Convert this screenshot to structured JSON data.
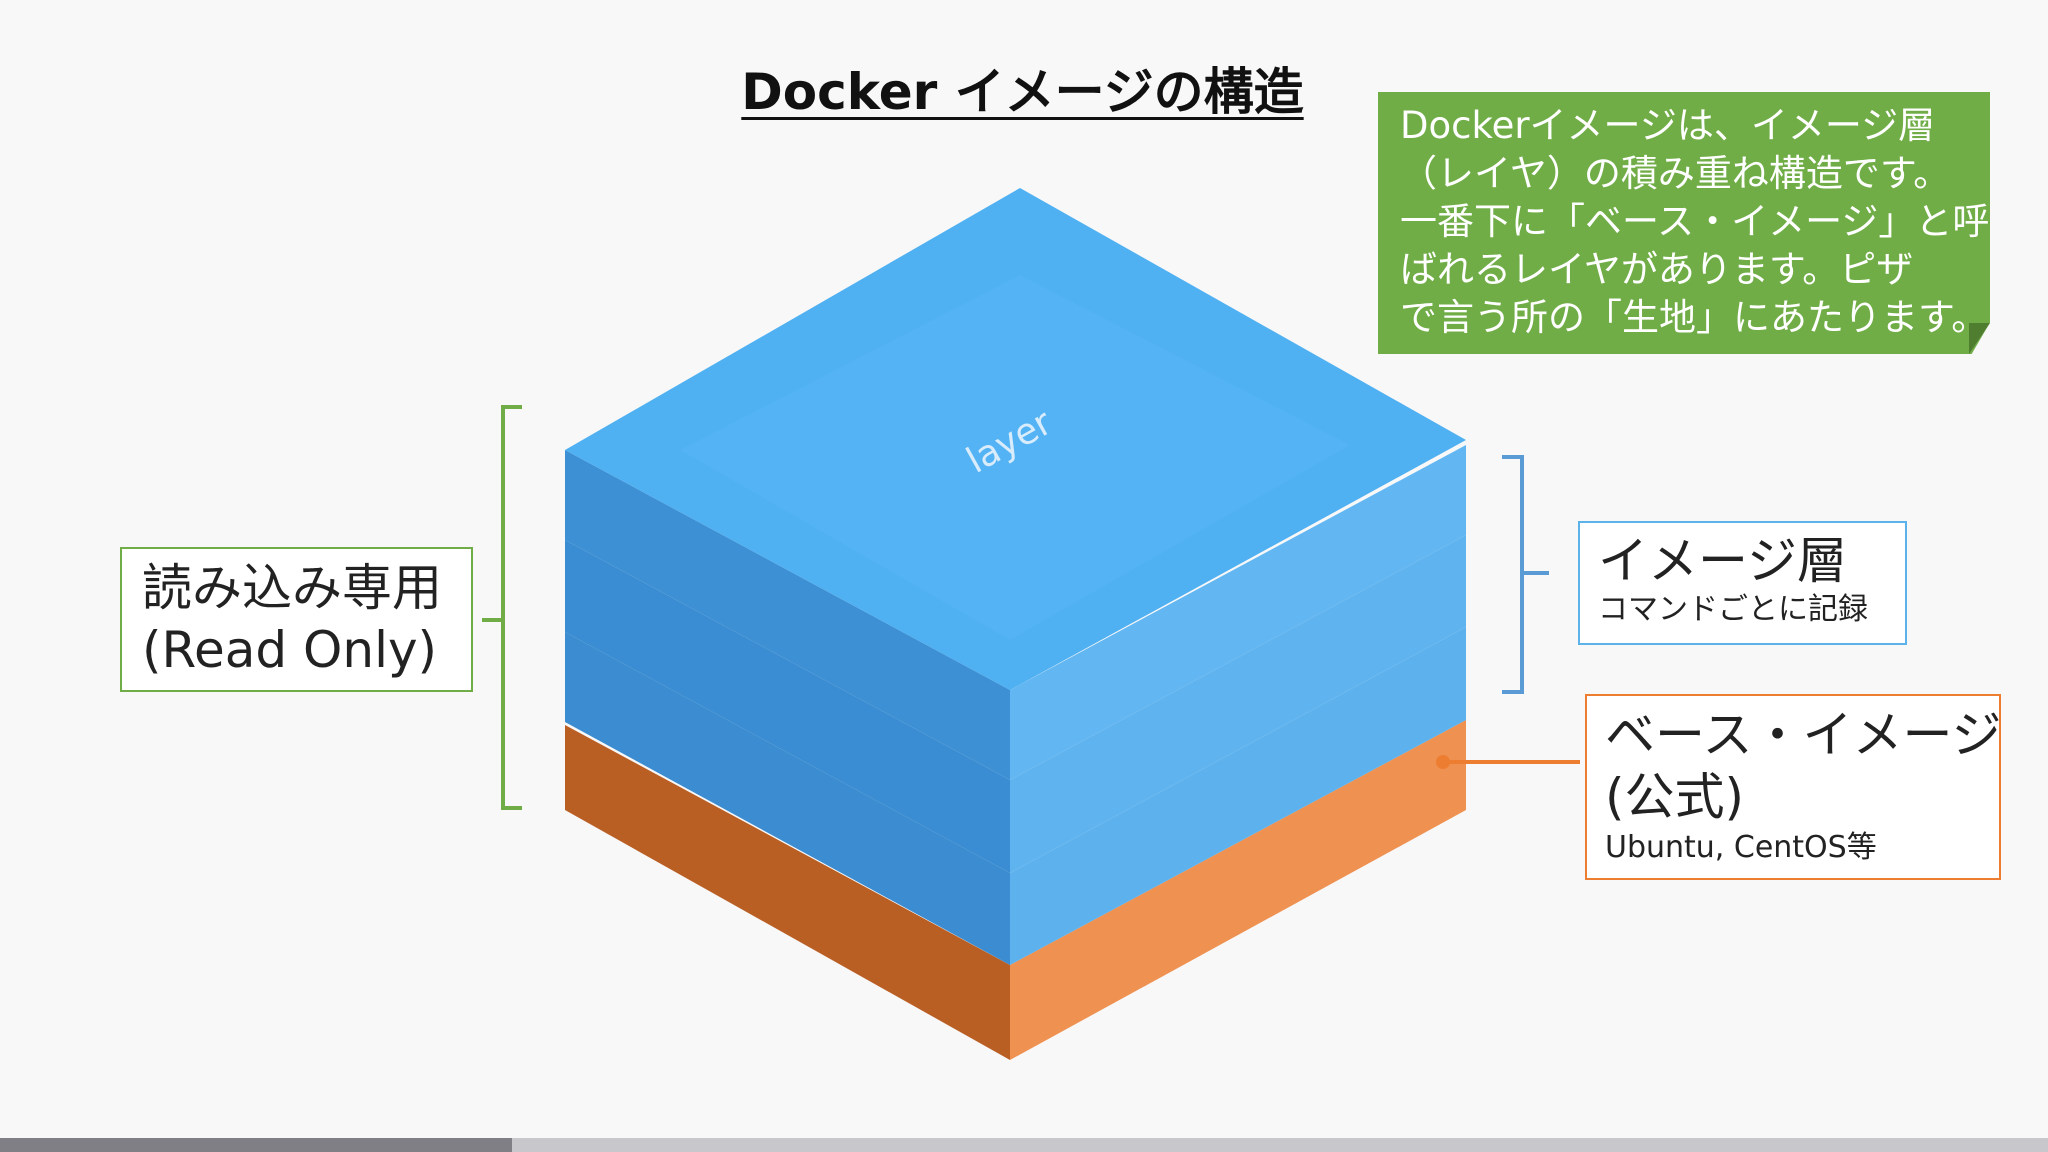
{
  "title": "Docker イメージの構造",
  "note": {
    "lines": [
      "Dockerイメージは、イメージ層",
      "（レイヤ）の積み重ね構造です。",
      "一番下に「ベース・イメージ」と呼",
      "ばれるレイヤがあります。ピザ",
      "で言う所の「生地」にあたります。"
    ]
  },
  "readonly": {
    "line1": "読み込み専用",
    "line2": "(Read Only)"
  },
  "image_layer": {
    "title": "イメージ層",
    "subtitle": "コマンドごとに記録"
  },
  "base_image": {
    "line1": "ベース・イメージ",
    "line2": "(公式)",
    "subtitle": "Ubuntu, CentOS等"
  },
  "layer_label": "layer",
  "colors": {
    "layer_blue": "#5fb4f0",
    "base_orange": "#ee8f4a",
    "readonly_green": "#70ad47",
    "image_layer_blue": "#5bb3ea",
    "base_image_orange": "#ed7d31"
  },
  "progress": 0.25
}
